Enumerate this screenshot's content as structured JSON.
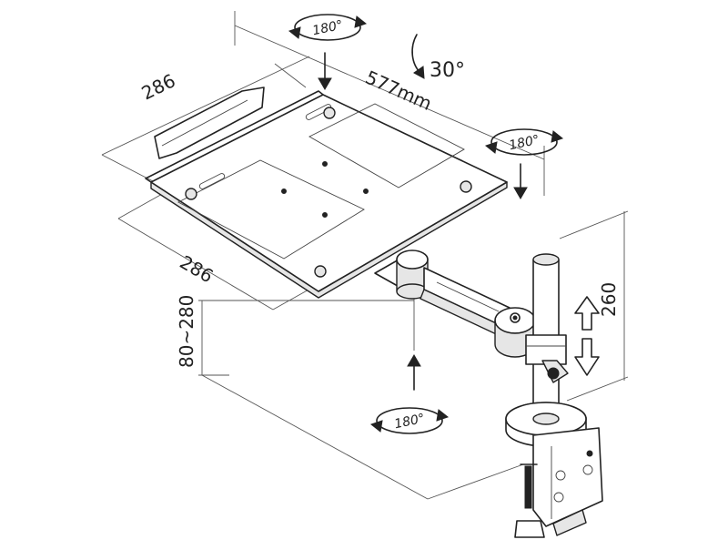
{
  "dimensions": {
    "tray_depth": "286",
    "tray_width": "286",
    "arm_length": "577mm",
    "pole_height": "260",
    "height_range": "80~280"
  },
  "rotations": {
    "tray_rotation": "180°",
    "arm_rotation": "180°",
    "base_rotation": "180°",
    "tilt_angle": "30°"
  },
  "colors": {
    "line": "#222222",
    "fill": "#ffffff",
    "shade": "#e6e6e6"
  }
}
